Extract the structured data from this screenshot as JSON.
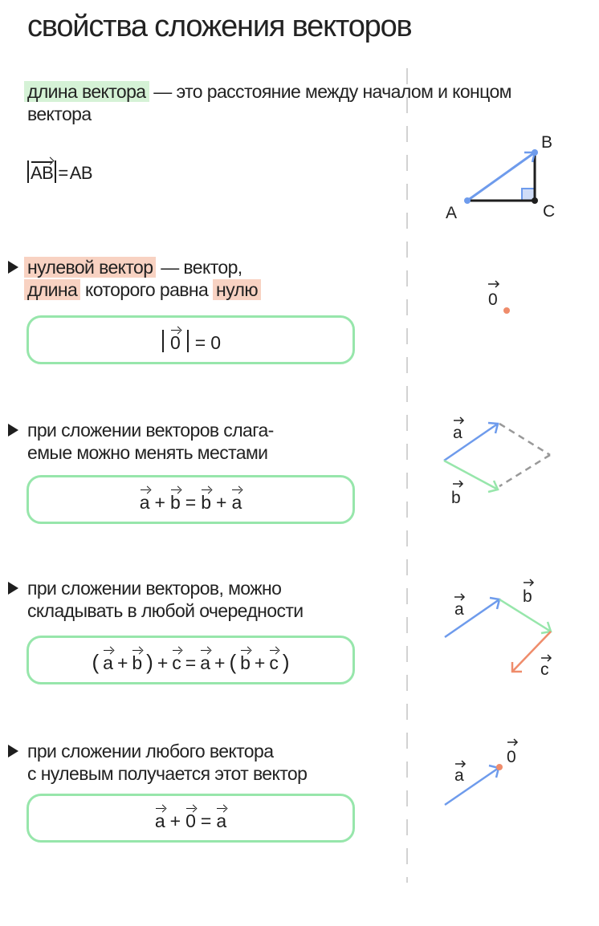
{
  "title": "свойства сложения векторов",
  "sections": [
    {
      "id": "length",
      "term": "длина вектора",
      "definition": "— это расстояние между началом и концом вектора",
      "definition_line1": "— это расстояние между началом и концом",
      "definition_line2": "вектора",
      "formula": {
        "lhs_vector": "AB",
        "equals": "=",
        "rhs": "AB"
      },
      "diagram": {
        "labels": {
          "A": "A",
          "B": "B",
          "C": "C"
        }
      }
    },
    {
      "id": "zero-vector",
      "term": "нулевой вектор",
      "line1_rest": "— вектор,",
      "term2": "длина",
      "line2_middle": "которого равна",
      "term3": "нулю",
      "formula": {
        "vector": "0",
        "equals": "=",
        "rhs": "0"
      },
      "diagram": {
        "label": "0"
      }
    },
    {
      "id": "commutative",
      "line1": "при сложении векторов слага-",
      "line2": "емые можно менять местами",
      "formula": {
        "v1": "a",
        "op1": "+",
        "v2": "b",
        "eq": "=",
        "v3": "b",
        "op2": "+",
        "v4": "a"
      },
      "diagram": {
        "label_a": "a",
        "label_b": "b"
      }
    },
    {
      "id": "associative",
      "line1": "при сложении векторов, можно",
      "line2": "складывать в любой очередности",
      "formula": {
        "lp1": "(",
        "v1": "a",
        "op1": "+",
        "v2": "b",
        "rp1": ")",
        "op2": "+",
        "v3": "c",
        "eq": "=",
        "v4": "a",
        "op3": "+",
        "lp2": "(",
        "v5": "b",
        "op4": "+",
        "v6": "c",
        "rp2": ")"
      },
      "diagram": {
        "label_a": "a",
        "label_b": "b",
        "label_c": "c"
      }
    },
    {
      "id": "zero-addition",
      "line1": "при сложении любого вектора",
      "line2": "с нулевым получается этот вектор",
      "formula": {
        "v1": "a",
        "op1": "+",
        "v2": "0",
        "eq": "=",
        "v3": "a"
      },
      "diagram": {
        "label_a": "a",
        "label_zero": "0"
      }
    }
  ],
  "colors": {
    "blue_vector": "#6e9bec",
    "green_vector": "#97e6ab",
    "orange_vector": "#ef8c6b",
    "green_highlight": "#d5f2d6",
    "orange_highlight": "#f8d2c2",
    "box_border": "#97e6ab",
    "dashed": "#999999",
    "divider": "#d2d2d2"
  }
}
